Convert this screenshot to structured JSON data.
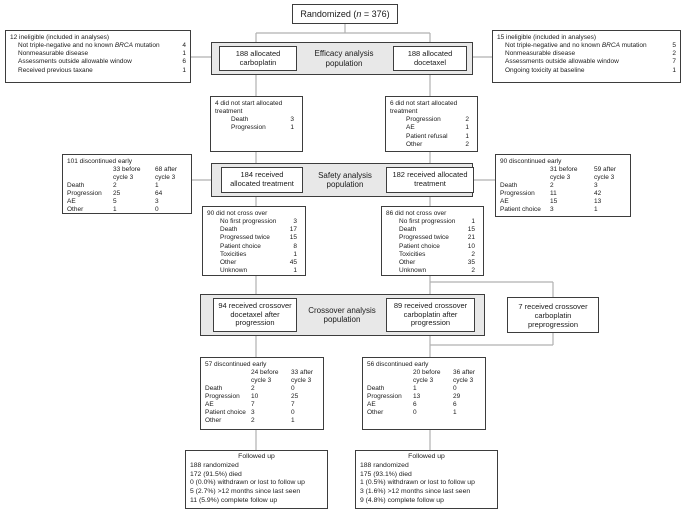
{
  "colors": {
    "box_fill_gray": "#e8e8e8",
    "connector_line": "#b0b0b0",
    "border": "#3d3d3d"
  },
  "randomized": {
    "pre": "Randomized (",
    "var": "n",
    "post": " = 376)"
  },
  "left_ineligible": {
    "title": "12 ineligible (included in analyses)",
    "rows": [
      {
        "pre": "Not triple-negative and no known ",
        "italic": "BRCA",
        "post": " mutation",
        "value": "4"
      },
      {
        "pre": "Nonmeasurable disease",
        "italic": "",
        "post": "",
        "value": "1"
      },
      {
        "pre": "Assessments outside allowable window",
        "italic": "",
        "post": "",
        "value": "6"
      },
      {
        "pre": "Received previous taxane",
        "italic": "",
        "post": "",
        "value": "1"
      }
    ]
  },
  "right_ineligible": {
    "title": "15 ineligible (included in analyses)",
    "rows": [
      {
        "pre": "Not triple-negative and no known ",
        "italic": "BRCA",
        "post": " mutation",
        "value": "5"
      },
      {
        "pre": "Nonmeasurable disease",
        "italic": "",
        "post": "",
        "value": "2"
      },
      {
        "pre": "Assessments outside allowable window",
        "italic": "",
        "post": "",
        "value": "7"
      },
      {
        "pre": "Ongoing toxicity at baseline",
        "italic": "",
        "post": "",
        "value": "1"
      }
    ]
  },
  "efficacy": {
    "label": "Efficacy analysis population",
    "left": "188 allocated carboplatin",
    "right": "188 allocated docetaxel"
  },
  "left_not_started": {
    "title": "4 did not start allocated treatment",
    "rows": [
      {
        "label": "Death",
        "value": "3"
      },
      {
        "label": "Progression",
        "value": "1"
      }
    ]
  },
  "right_not_started": {
    "title": "6 did not start allocated treatment",
    "rows": [
      {
        "label": "Progression",
        "value": "2"
      },
      {
        "label": "AE",
        "value": "1"
      },
      {
        "label": "Patient refusal",
        "value": "1"
      },
      {
        "label": "Other",
        "value": "2"
      }
    ]
  },
  "safety": {
    "label": "Safety analysis population",
    "left": "184 received allocated treatment",
    "right": "182 received allocated treatment"
  },
  "left_discontinued": {
    "title": "101 discontinued early",
    "col1": "33 before cycle 3",
    "col2": "68 after cycle 3",
    "rows": [
      {
        "label": "Death",
        "v1": "2",
        "v2": "1"
      },
      {
        "label": "Progression",
        "v1": "25",
        "v2": "64"
      },
      {
        "label": "AE",
        "v1": "5",
        "v2": "3"
      },
      {
        "label": "Other",
        "v1": "1",
        "v2": "0"
      }
    ]
  },
  "right_discontinued": {
    "title": "90 discontinued early",
    "col1": "31 before cycle 3",
    "col2": "59 after cycle 3",
    "rows": [
      {
        "label": "Death",
        "v1": "2",
        "v2": "3"
      },
      {
        "label": "Progression",
        "v1": "11",
        "v2": "42"
      },
      {
        "label": "AE",
        "v1": "15",
        "v2": "13"
      },
      {
        "label": "Patient choice",
        "v1": "3",
        "v2": "1"
      }
    ]
  },
  "left_no_crossover": {
    "title": "90 did not cross over",
    "rows": [
      {
        "label": "No first progression",
        "value": "3"
      },
      {
        "label": "Death",
        "value": "17"
      },
      {
        "label": "Progressed twice",
        "value": "15"
      },
      {
        "label": "Patient choice",
        "value": "8"
      },
      {
        "label": "Toxicities",
        "value": "1"
      },
      {
        "label": "Other",
        "value": "45"
      },
      {
        "label": "Unknown",
        "value": "1"
      }
    ]
  },
  "right_no_crossover": {
    "title": "86 did not cross over",
    "rows": [
      {
        "label": "No first progression",
        "value": "1"
      },
      {
        "label": "Death",
        "value": "15"
      },
      {
        "label": "Progressed twice",
        "value": "21"
      },
      {
        "label": "Patient choice",
        "value": "10"
      },
      {
        "label": "Toxicities",
        "value": "2"
      },
      {
        "label": "Other",
        "value": "35"
      },
      {
        "label": "Unknown",
        "value": "2"
      }
    ]
  },
  "crossover": {
    "label": "Crossover analysis population",
    "left": "94 received crossover docetaxel after progression",
    "right": "89 received crossover carboplatin after progression"
  },
  "preprogression": {
    "label": "7 received crossover carboplatin preprogression"
  },
  "left_discontinued2": {
    "title": "57 discontinued early",
    "col1": "24 before cycle 3",
    "col2": "33 after cycle 3",
    "rows": [
      {
        "label": "Death",
        "v1": "2",
        "v2": "0"
      },
      {
        "label": "Progression",
        "v1": "10",
        "v2": "25"
      },
      {
        "label": "AE",
        "v1": "7",
        "v2": "7"
      },
      {
        "label": "Patient choice",
        "v1": "3",
        "v2": "0"
      },
      {
        "label": "Other",
        "v1": "2",
        "v2": "1"
      }
    ]
  },
  "right_discontinued2": {
    "title": "56 discontinued early",
    "col1": "20 before cycle 3",
    "col2": "36 after cycle 3",
    "rows": [
      {
        "label": "Death",
        "v1": "1",
        "v2": "0"
      },
      {
        "label": "Progression",
        "v1": "13",
        "v2": "29"
      },
      {
        "label": "AE",
        "v1": "6",
        "v2": "6"
      },
      {
        "label": "Other",
        "v1": "0",
        "v2": "1"
      }
    ]
  },
  "left_followed": {
    "title": "Followed up",
    "lines": [
      "188 randomized",
      "172 (91.5%) died",
      "0 (0.0%) withdrawn or lost to follow up",
      "5 (2.7%) >12 months since last seen",
      "11 (5.9%) complete follow up"
    ]
  },
  "right_followed": {
    "title": "Followed up",
    "lines": [
      "188 randomized",
      "175 (93.1%) died",
      "1 (0.5%) withdrawn or lost to follow up",
      "3 (1.6%) >12 months since last seen",
      "9 (4.8%) complete follow up"
    ]
  }
}
